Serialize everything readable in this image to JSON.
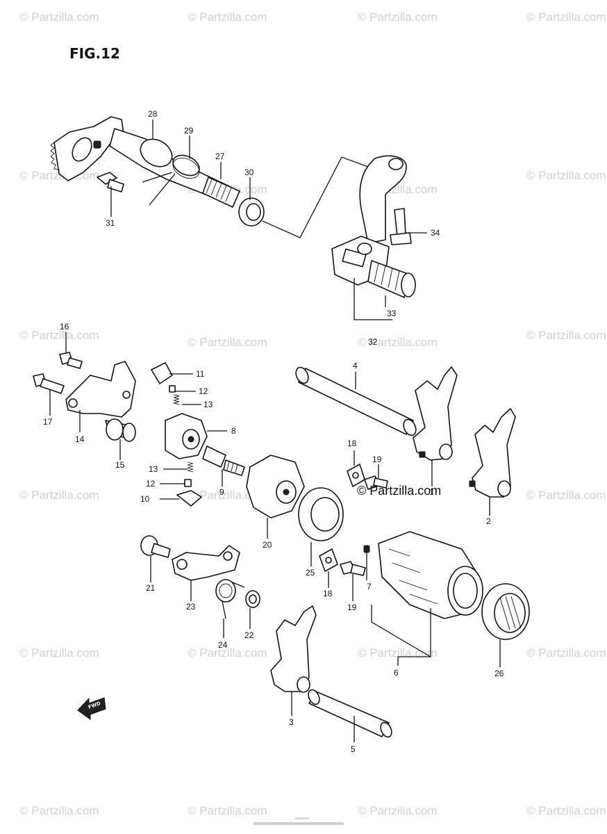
{
  "figure": {
    "title": "FIG.12",
    "fwd_label": "FWD",
    "copyright_watermark": "© Partzilla.com",
    "watermark": "© Partzilla.com"
  },
  "callouts": [
    {
      "id": "c28",
      "text": "28"
    },
    {
      "id": "c29",
      "text": "29"
    },
    {
      "id": "c27",
      "text": "27"
    },
    {
      "id": "c30",
      "text": "30"
    },
    {
      "id": "c31",
      "text": "31"
    },
    {
      "id": "c34",
      "text": "34"
    },
    {
      "id": "c33",
      "text": "33"
    },
    {
      "id": "c32",
      "text": "32"
    },
    {
      "id": "c16",
      "text": "16"
    },
    {
      "id": "c17",
      "text": "17"
    },
    {
      "id": "c14",
      "text": "14"
    },
    {
      "id": "c15",
      "text": "15"
    },
    {
      "id": "c11",
      "text": "11"
    },
    {
      "id": "c12a",
      "text": "12"
    },
    {
      "id": "c13a",
      "text": "13"
    },
    {
      "id": "c8",
      "text": "8"
    },
    {
      "id": "c13b",
      "text": "13"
    },
    {
      "id": "c12b",
      "text": "12"
    },
    {
      "id": "c10",
      "text": "10"
    },
    {
      "id": "c9",
      "text": "9"
    },
    {
      "id": "c20",
      "text": "20"
    },
    {
      "id": "c4",
      "text": "4"
    },
    {
      "id": "c18a",
      "text": "18"
    },
    {
      "id": "c19a",
      "text": "19"
    },
    {
      "id": "c1",
      "text": "1"
    },
    {
      "id": "c2",
      "text": "2"
    },
    {
      "id": "c25",
      "text": "25"
    },
    {
      "id": "c18b",
      "text": "18"
    },
    {
      "id": "c19b",
      "text": "19"
    },
    {
      "id": "c7",
      "text": "7"
    },
    {
      "id": "c21",
      "text": "21"
    },
    {
      "id": "c23",
      "text": "23"
    },
    {
      "id": "c24",
      "text": "24"
    },
    {
      "id": "c22",
      "text": "22"
    },
    {
      "id": "c6",
      "text": "6"
    },
    {
      "id": "c26",
      "text": "26"
    },
    {
      "id": "c3",
      "text": "3"
    },
    {
      "id": "c5",
      "text": "5"
    }
  ]
}
